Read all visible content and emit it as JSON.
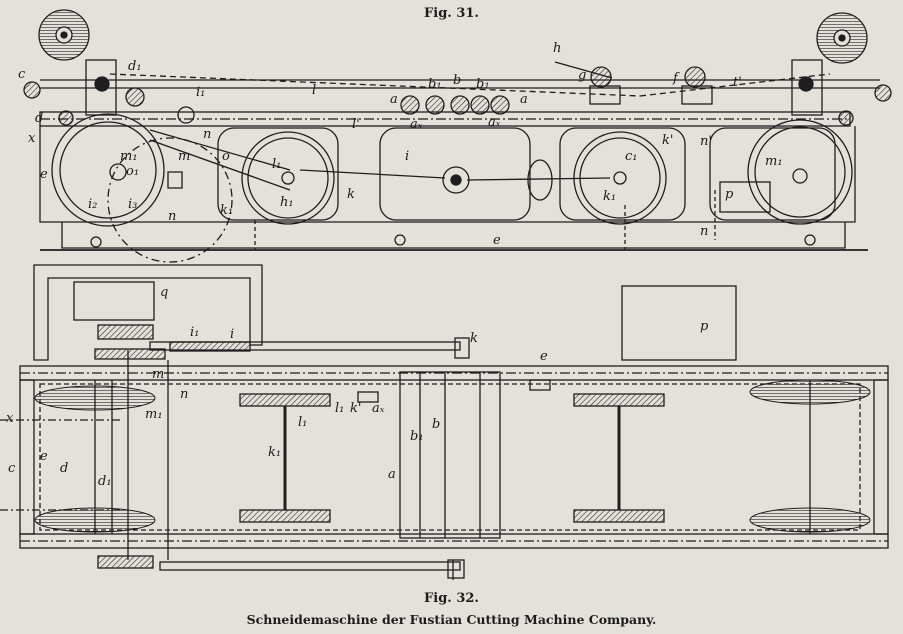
{
  "figure_top": {
    "caption": "Fig. 31."
  },
  "figure_bottom": {
    "caption": "Fig. 32.",
    "subtitle": "Schneidemaschine der Fustian Cutting Machine Company."
  },
  "labels_fig31": {
    "c": "c",
    "d1": "d₁",
    "l": "l",
    "h": "h",
    "g": "g",
    "f": "f",
    "a_l": "a",
    "b1_l": "b₁",
    "b": "b",
    "b1_r": "b₁",
    "a_r": "a",
    "d": "d",
    "x": "x",
    "i1": "i₁",
    "ax_l": "aₓ",
    "ax_r": "aₓ",
    "l1": "l'",
    "k1": "k'",
    "n_top": "n",
    "m": "m",
    "m1_l": "m₁",
    "o1": "o₁",
    "o": "o",
    "t1": "t'",
    "i": "i",
    "c1": "c₁",
    "k": "k",
    "n_r": "n'",
    "m1_r": "m₁",
    "e": "e",
    "i2": "i₂",
    "i3": "i₃",
    "n_low": "n",
    "k1_l": "k₁",
    "l1_l": "l₁",
    "h1": "h₁",
    "k1_r": "k₁",
    "p": "p",
    "n_bot": "n",
    "e_bot": "e"
  },
  "labels_fig32": {
    "q": "q",
    "i1": "i₁",
    "i": "i",
    "k": "k",
    "p": "p",
    "e": "e",
    "m": "m",
    "n": "n",
    "m1": "m₁",
    "l1": "l₁",
    "k1": "k'",
    "ax": "aₓ",
    "b1": "b₁",
    "b": "b",
    "x": "x",
    "e_l": "e",
    "d": "d",
    "c": "c",
    "l1b": "l₁",
    "k1b": "k₁",
    "a": "a",
    "d1": "d₁"
  }
}
